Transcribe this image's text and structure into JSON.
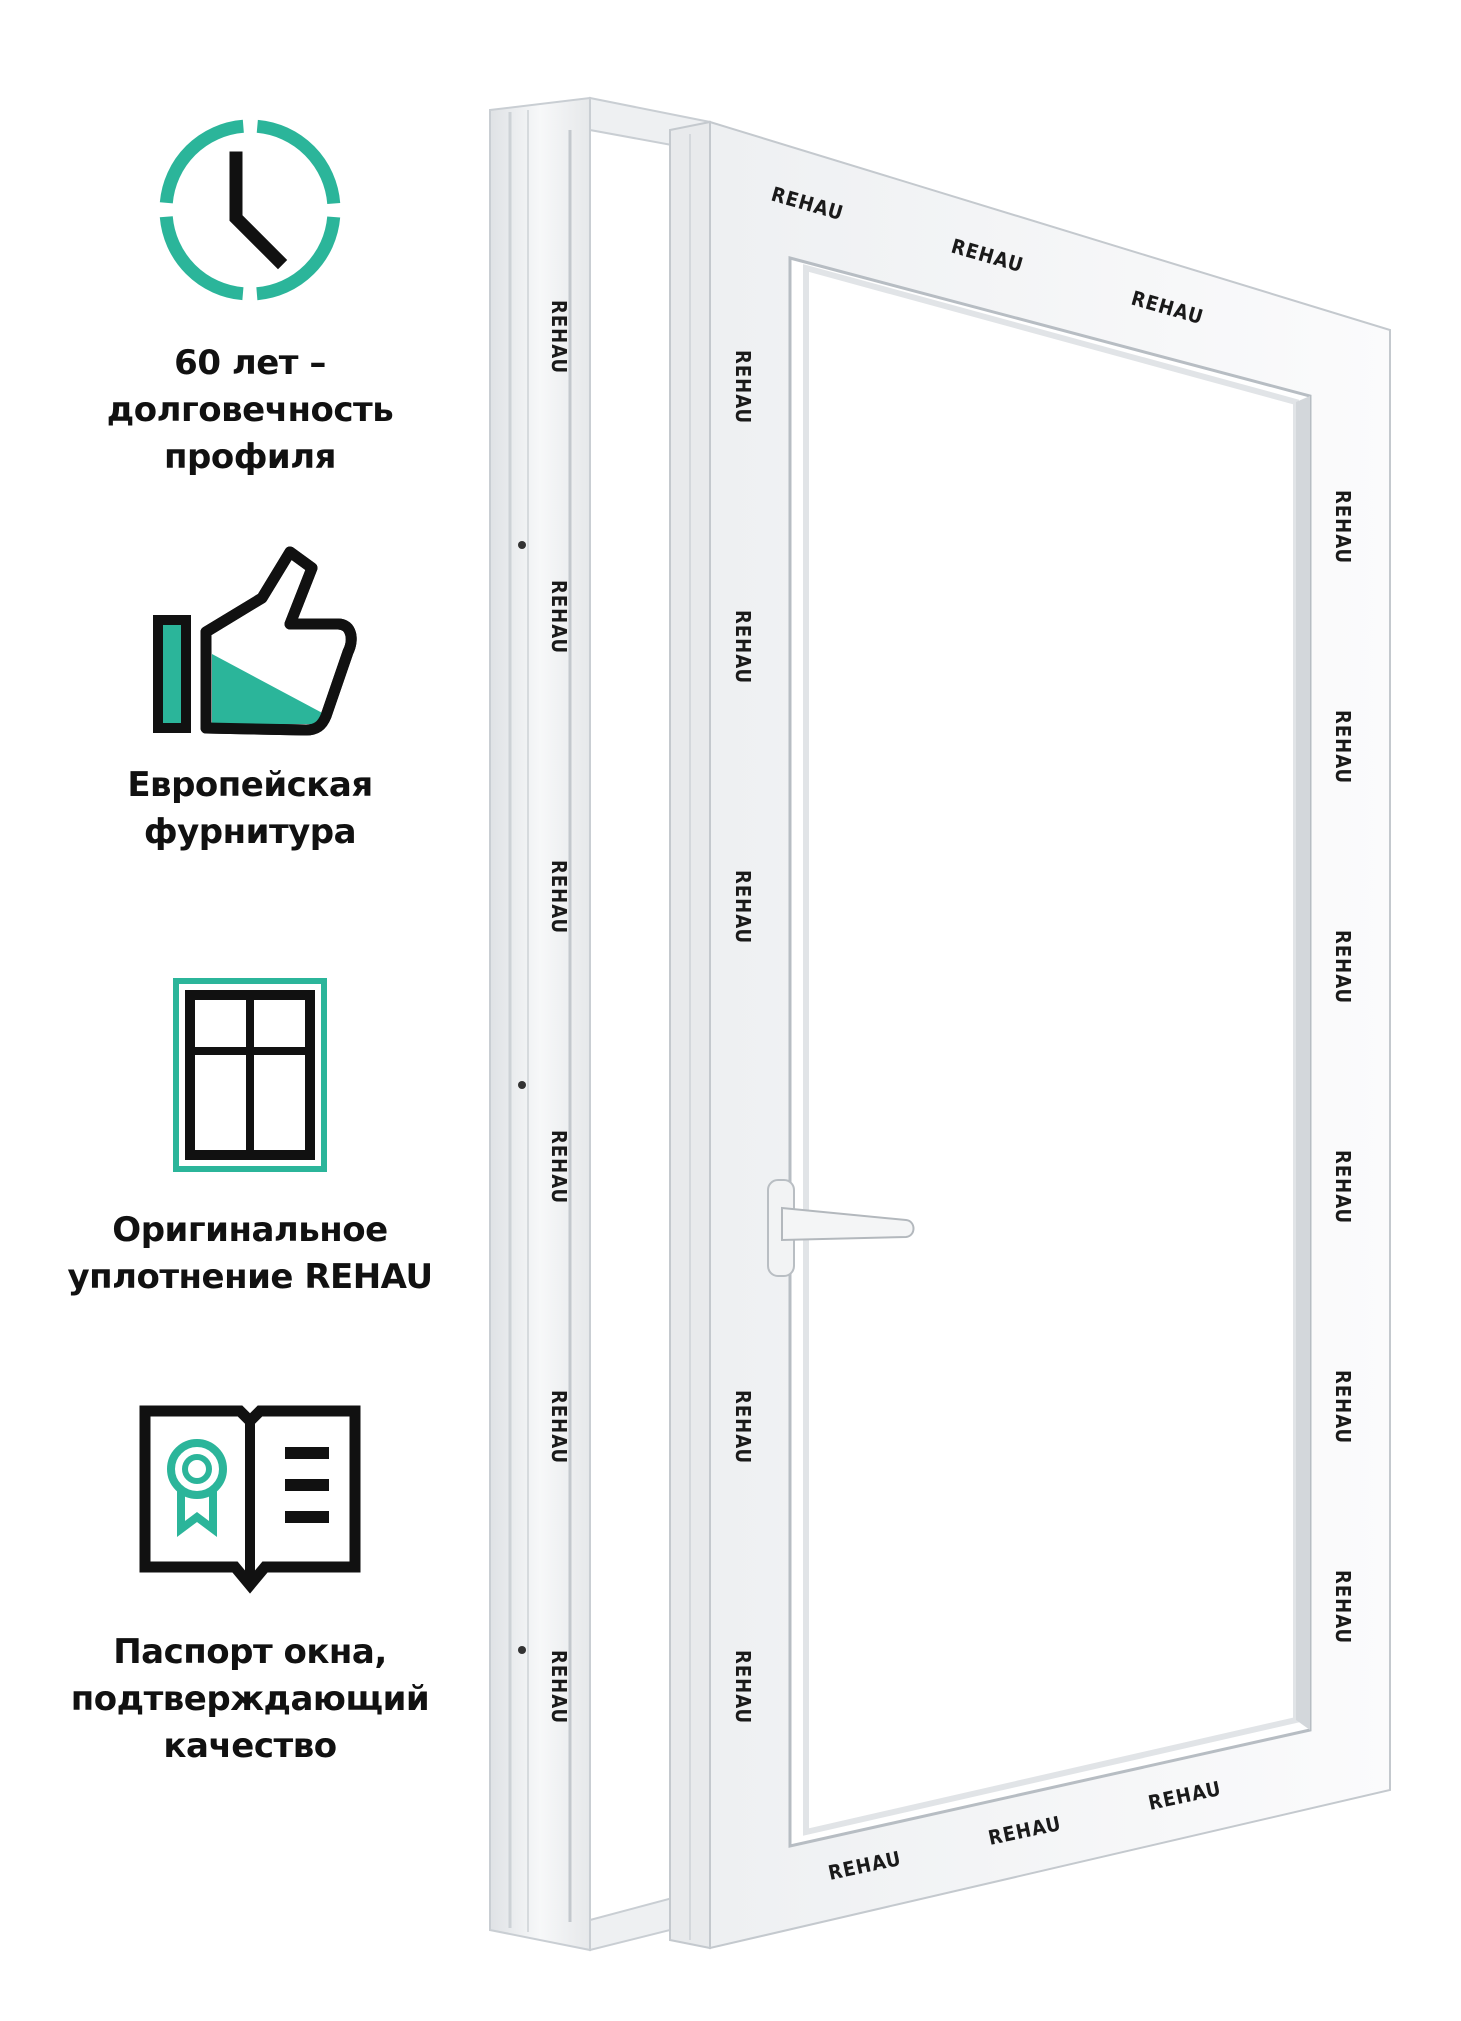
{
  "colors": {
    "accent": "#2bb59a",
    "icon_stroke": "#111111",
    "text": "#111111",
    "frame": "#f4f5f6"
  },
  "features": [
    {
      "icon": "clock-icon",
      "lines": [
        "60 лет –",
        "долговечность",
        "профиля"
      ]
    },
    {
      "icon": "thumbs-up-icon",
      "lines": [
        "Европейская",
        "фурнитура"
      ]
    },
    {
      "icon": "window-frame-icon",
      "lines": [
        "Оригинальное",
        "уплотнение REHAU"
      ]
    },
    {
      "icon": "passport-book-icon",
      "lines": [
        "Паспорт окна,",
        "подтверждающий",
        "качество"
      ]
    }
  ],
  "product": {
    "brand_mark": "REHAU"
  }
}
